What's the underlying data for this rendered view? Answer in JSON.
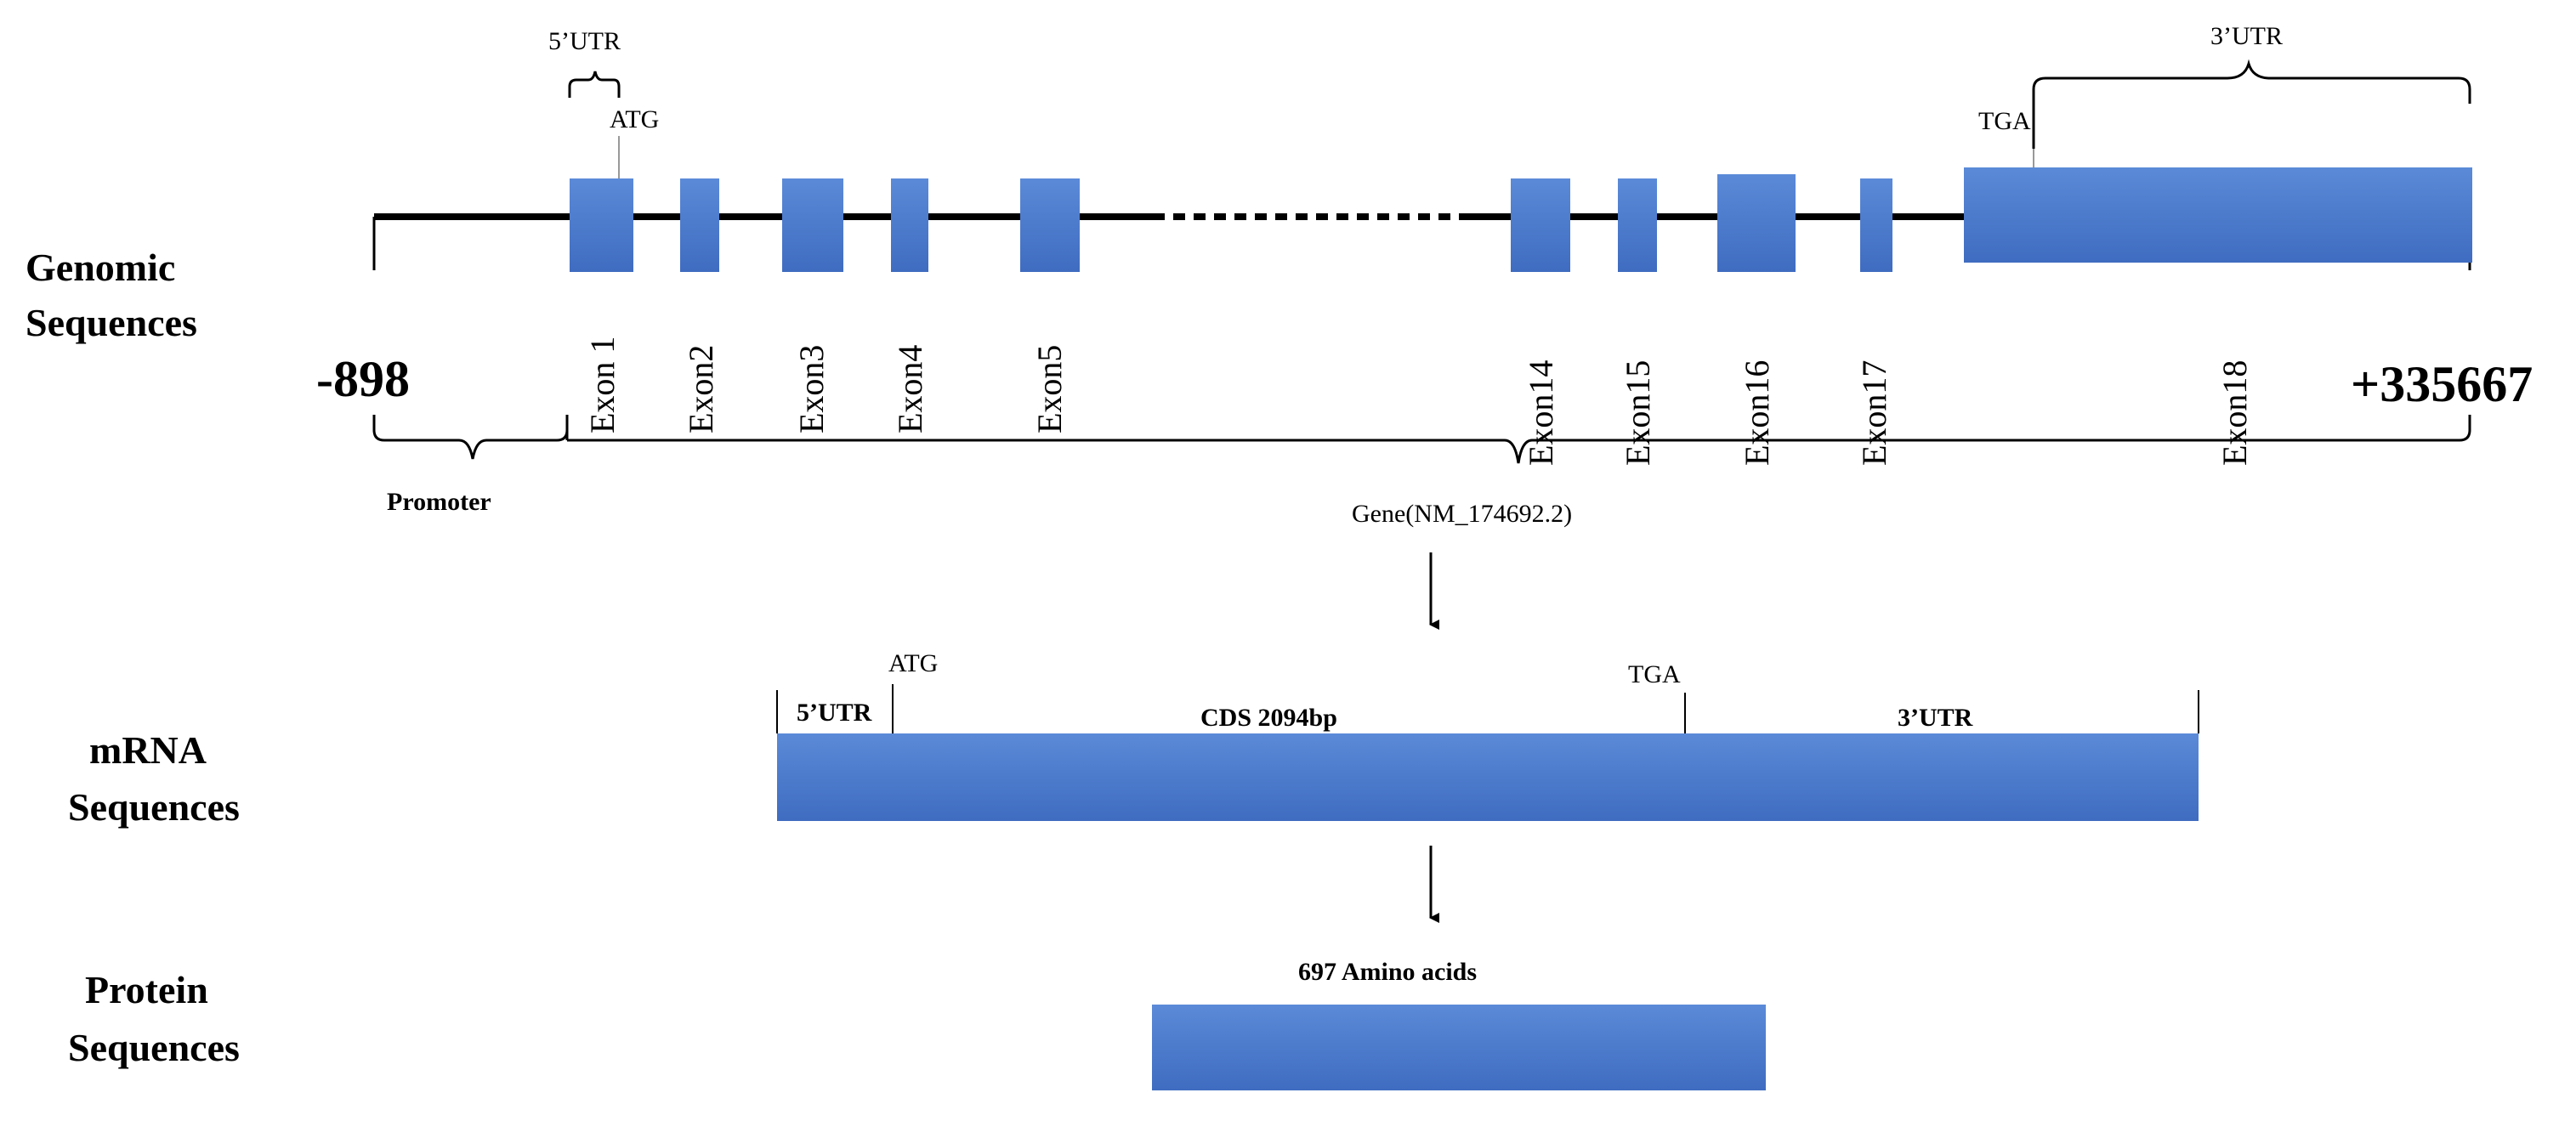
{
  "diagram": {
    "colors": {
      "block": "#4472c4",
      "block_light": "#5b87d6",
      "line": "#000000",
      "divider": "#999999"
    },
    "row_labels": {
      "genomic": [
        "Genomic",
        "Sequences"
      ],
      "mrna": [
        "mRNA",
        "Sequences"
      ],
      "protein": [
        "Protein",
        "Sequences"
      ]
    },
    "genomic": {
      "start_coord": "-898",
      "end_coord": "+335667",
      "utr5_label": "5’UTR",
      "atg_label": "ATG",
      "tga_label": "TGA",
      "utr3_label": "3’UTR",
      "exons": [
        "Exon 1",
        "Exon2",
        "Exon3",
        "Exon4",
        "Exon5",
        "Exon14",
        "Exon15",
        "Exon16",
        "Exon17",
        "Exon18"
      ],
      "promoter_label": "Promoter",
      "gene_label": "Gene(NM_174692.2)"
    },
    "mrna": {
      "utr5_label": "5’UTR",
      "atg_label": "ATG",
      "cds_label": "CDS 2094bp",
      "tga_label": "TGA",
      "utr3_label": "3’UTR"
    },
    "protein": {
      "label": "697 Amino acids"
    }
  }
}
